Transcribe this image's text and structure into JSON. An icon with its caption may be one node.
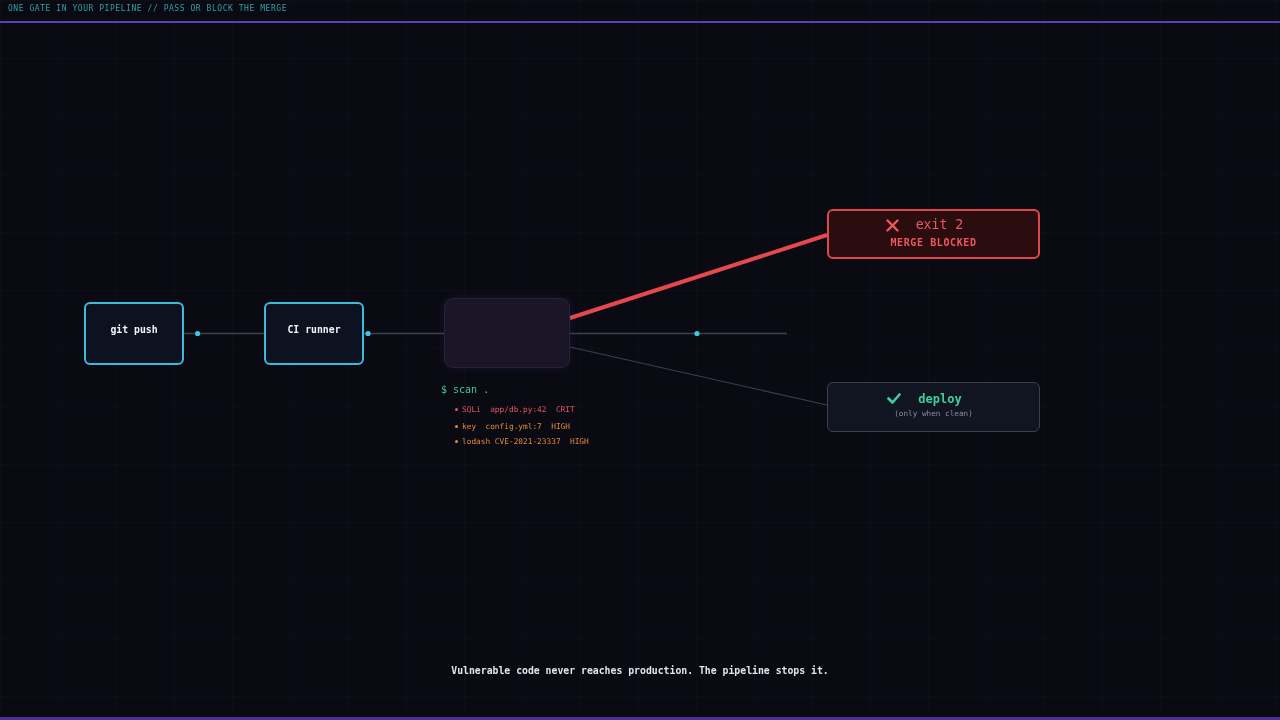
{
  "diagram": {
    "title": "ONE GATE IN YOUR PIPELINE // PASS OR BLOCK THE MERGE",
    "caption": "Vulnerable code never reaches production. The pipeline stops it.",
    "nodes": [
      {
        "text": [
          "git push"
        ]
      },
      {
        "text": [
          "CI runner"
        ]
      },
      {
        "text": [],
        "shape": "box"
      },
      {
        "text": [
          "exit 2",
          "MERGE BLOCKED"
        ]
      },
      {
        "text": [
          "deploy",
          "(only when clean)"
        ]
      }
    ],
    "edges": [
      {
        "from": 0,
        "to": 1,
        "arrow": "none"
      },
      {
        "from": 1,
        "to": 2,
        "arrow": "none"
      },
      {
        "from": 2,
        "to": null,
        "arrow": "none"
      },
      {
        "from": 2,
        "to": 3,
        "arrow": "none",
        "style": "thick",
        "color": "#e5484d"
      },
      {
        "from": 2,
        "to": 4,
        "arrow": "none"
      }
    ],
    "labels": [
      "$ scan .",
      "SQLi  app/db.py:42  CRIT",
      "key  config.yml:7  HIGH",
      "lodash CVE-2021-23337  HIGH"
    ]
  }
}
